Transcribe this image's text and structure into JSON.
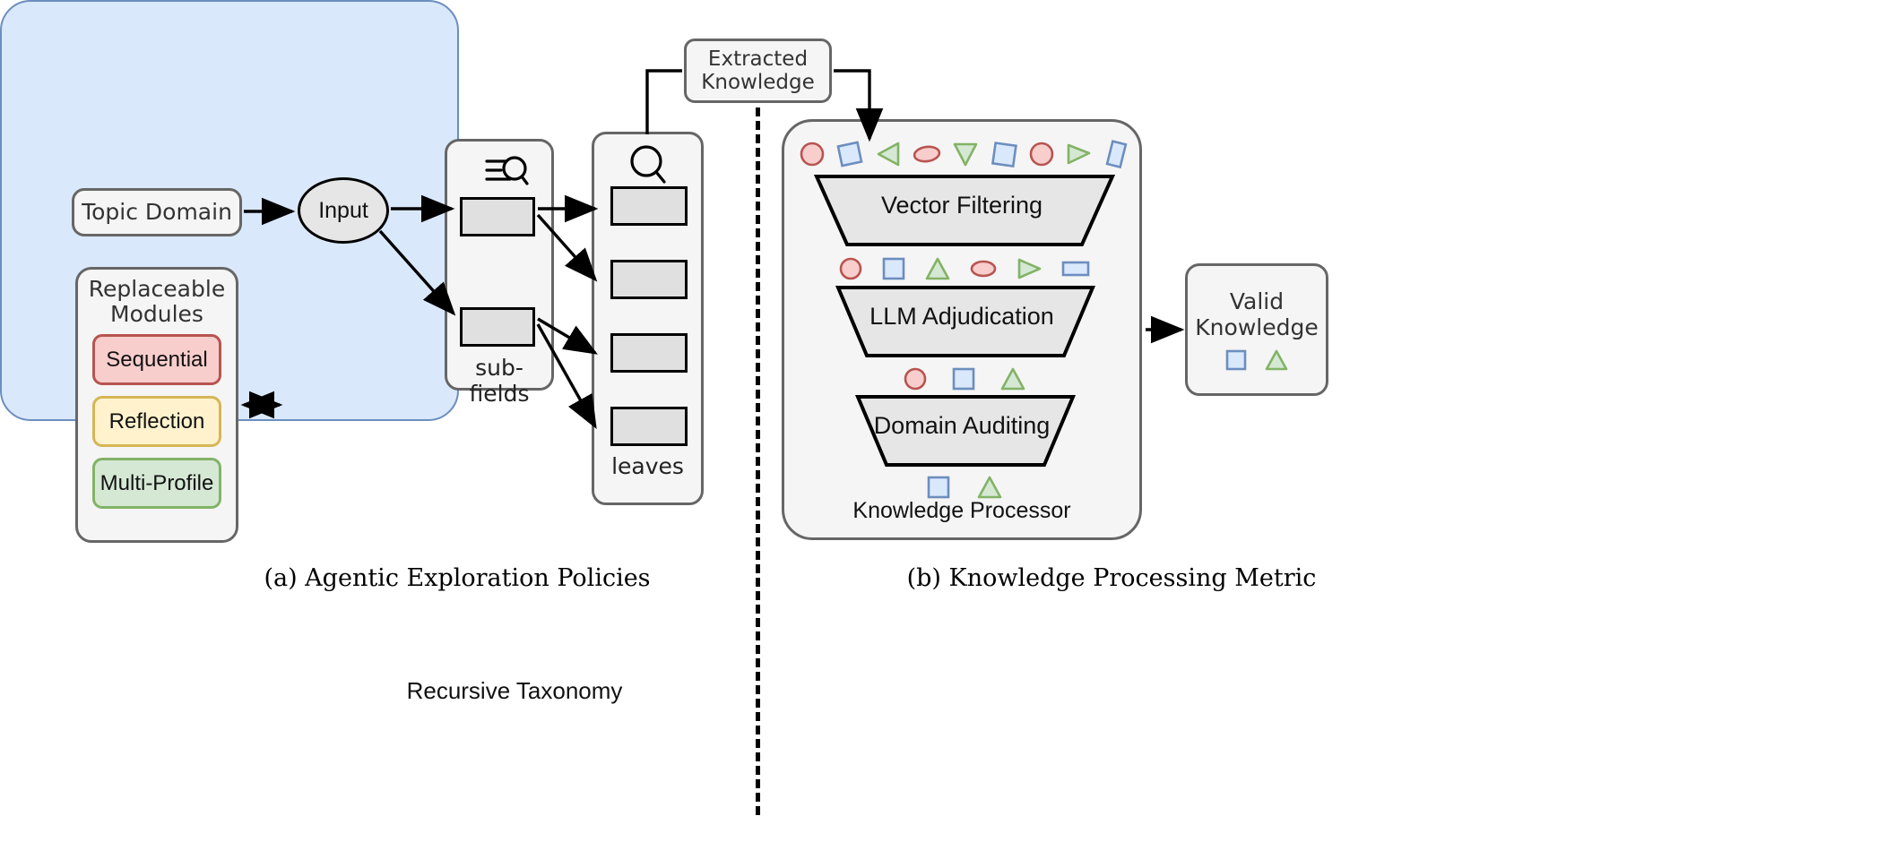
{
  "figure": {
    "caption_a": "(a) Agentic Exploration Policies",
    "caption_b": "(b) Knowledge Processing Metric"
  },
  "left_panel": {
    "topic_domain": "Topic Domain",
    "modules_title": "Replaceable\nModules",
    "modules": [
      {
        "label": "Sequential",
        "fill": "#f8cecc",
        "stroke": "#b85450"
      },
      {
        "label": "Reflection",
        "fill": "#fff2cc",
        "stroke": "#d6b656"
      },
      {
        "label": "Multi-Profile",
        "fill": "#d5e8d4",
        "stroke": "#82b366"
      }
    ]
  },
  "taxonomy": {
    "panel_label": "Recursive Taxonomy",
    "panel_fill": "#dae8fc",
    "panel_stroke": "#6c8ebf",
    "input_node": "Input",
    "subfields_caption": "sub-fields",
    "subfields_icon": "list-search-icon",
    "subfields_count": 2,
    "leaves_caption": "leaves",
    "leaves_icon": "search-icon",
    "leaves_count": 4
  },
  "extracted_knowledge": {
    "line1": "Extracted",
    "line2": "Knowledge"
  },
  "processor": {
    "panel_label": "Knowledge Processor",
    "stages": [
      {
        "label": "Vector Filtering"
      },
      {
        "label": "LLM Adjudication"
      },
      {
        "label": "Domain Auditing"
      }
    ],
    "shape_rows": [
      {
        "name": "input-shapes",
        "shapes": [
          "circle-red",
          "square-blue-rot",
          "triangle-left-green",
          "ellipse-red",
          "triangle-down-green",
          "square-blue-rot",
          "circle-red",
          "triangle-right-green",
          "rect-blue-rot"
        ]
      },
      {
        "name": "after-vector",
        "shapes": [
          "circle-red",
          "square-blue",
          "triangle-up-green",
          "ellipse-red",
          "triangle-right-green",
          "rect-blue"
        ]
      },
      {
        "name": "after-llm",
        "shapes": [
          "circle-red",
          "square-blue",
          "triangle-up-green"
        ]
      },
      {
        "name": "after-domain",
        "shapes": [
          "square-blue",
          "triangle-up-green"
        ]
      }
    ]
  },
  "valid_knowledge": {
    "line1": "Valid",
    "line2": "Knowledge",
    "shapes": [
      "square-blue",
      "triangle-up-green"
    ]
  },
  "colors": {
    "red_fill": "#f8cecc",
    "red_stroke": "#b85450",
    "blue_fill": "#dae8fc",
    "blue_stroke": "#6c8ebf",
    "green_fill": "#d5e8d4",
    "green_stroke": "#82b366",
    "node_fill": "#f5f5f5",
    "node_stroke": "#666666",
    "gray_fill": "#e0e0e0",
    "funnel_fill": "#e6e6e6"
  }
}
